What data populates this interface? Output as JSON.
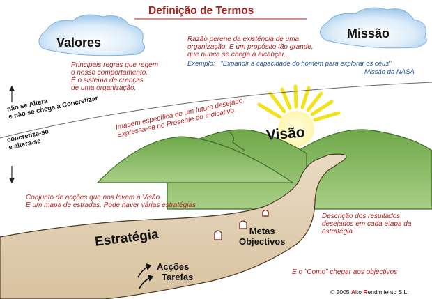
{
  "title": "Definição de Termos",
  "valores": {
    "label": "Valores",
    "lines": [
      "Principais regras que regem",
      "o nosso comportamento.",
      "É o sistema de crenças",
      "de uma organização."
    ]
  },
  "missao": {
    "label": "Missão",
    "lines": [
      "Razão perene da existência de uma",
      "organização. É um propósito tão grande,",
      "que nunca se chega a alcançar..."
    ],
    "example_label": "Exemplo:",
    "example_text": "\"Expandir a capacidade do homem para explorar os céus\"",
    "example_source": "Missão da NASA"
  },
  "side": {
    "top": [
      "não se Altera",
      "e não se chega a Concretizar"
    ],
    "bottom": [
      "concretiza-se",
      "e altera-se"
    ]
  },
  "visao": {
    "label": "Visão",
    "lines": [
      "Imagem específica de um futuro desejado.",
      "Expressa-se no Presente do Indicativo."
    ]
  },
  "estrategia": {
    "label": "Estratégia",
    "lines": [
      "Conjunto de acções que nos levam à Visão.",
      "É um mapa de estradas. Pode haver várias estratégias"
    ]
  },
  "metas": {
    "label": [
      "Metas",
      "Objectivos"
    ],
    "lines": [
      "Descrição dos resultados",
      "desejados em cada etapa da",
      "estratégia"
    ]
  },
  "tarefas": {
    "label": [
      "Acções",
      "Tarefas"
    ],
    "description": "É o \"Como\" chegar aos objectivos"
  },
  "copyright": {
    "prefix": "© 2005 ",
    "a": "A",
    "lto": "lto ",
    "r": "R",
    "rest": "endimiento S.L."
  }
}
